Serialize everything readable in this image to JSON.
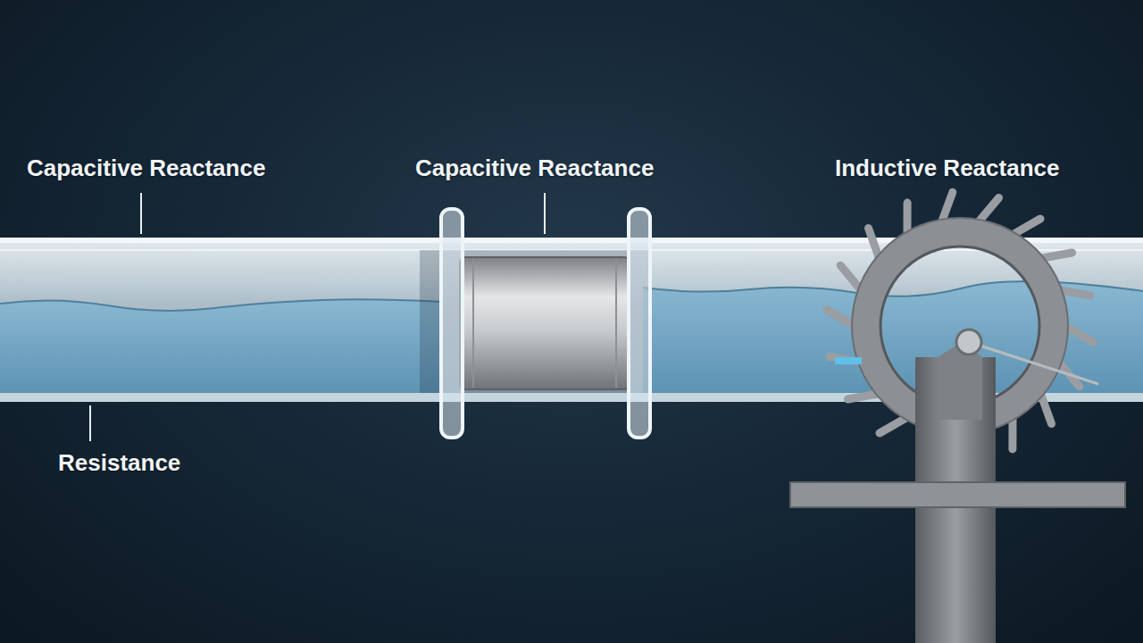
{
  "diagram": {
    "labels": [
      "Capacitive Reactance",
      "Capacitive Reactance",
      "Inductive Reactance",
      "Resistance"
    ]
  }
}
